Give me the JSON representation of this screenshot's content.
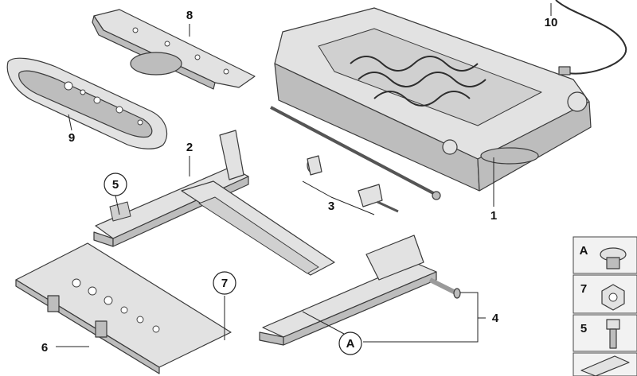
{
  "callouts": {
    "c1": "1",
    "c2": "2",
    "c3": "3",
    "c4": "4",
    "c5": "5",
    "c6": "6",
    "c7": "7",
    "c8": "8",
    "c9": "9",
    "c10": "10",
    "cA": "A"
  },
  "legend": {
    "items": [
      {
        "key": "A",
        "icon": "flange-screw-icon"
      },
      {
        "key": "7",
        "icon": "hex-nut-icon"
      },
      {
        "key": "5",
        "icon": "bolt-icon"
      }
    ]
  }
}
